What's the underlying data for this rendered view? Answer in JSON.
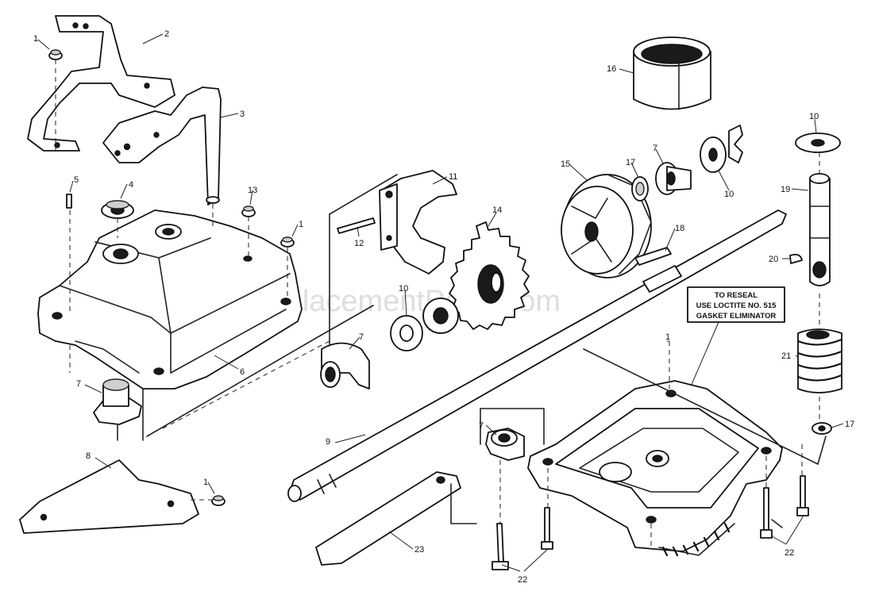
{
  "watermark": "eReplacementParts.com",
  "note": {
    "line1": "TO RESEAL",
    "line2": "USE LOCTITE NO. 515",
    "line3": "GASKET ELIMINATOR"
  },
  "callouts": {
    "c1a": "1",
    "c2": "2",
    "c3": "3",
    "c4": "4",
    "c5": "5",
    "c1b": "1",
    "c13": "13",
    "c6": "6",
    "c7a": "7",
    "c8": "8",
    "c1c": "1",
    "c12": "12",
    "c11": "11",
    "c14": "14",
    "c10a": "10",
    "c7b": "7",
    "c15": "15",
    "c17a": "17",
    "c7c": "7",
    "c10b": "10",
    "c16": "16",
    "c10c": "10",
    "c19": "19",
    "c18": "18",
    "c20": "20",
    "c21": "21",
    "c17b": "17",
    "c9": "9",
    "c7d": "7",
    "c23": "23",
    "c22a": "22",
    "c22b": "22",
    "c1d": "1"
  }
}
